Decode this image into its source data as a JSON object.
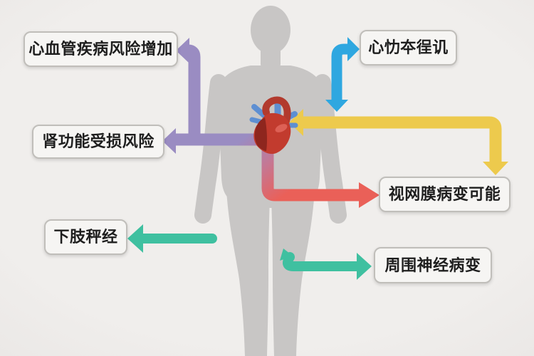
{
  "labels": {
    "cardiovascular_risk": "心血管疾病风险增加",
    "heart_function": "心忇夲徎讥",
    "kidney_risk": "肾功能受损风险",
    "retinopathy": "视网膜病变可能",
    "lower_limb_nerve": "下肢秤经",
    "peripheral_neuropathy": "周围神经病变"
  },
  "colors": {
    "purple": "#9a8cc2",
    "blue": "#2fa7e0",
    "yellow": "#edca4d",
    "red": "#ea6058",
    "teal": "#3fc0a0",
    "body": "#c8c6c5",
    "heart_red": "#c23b2e",
    "heart_dark": "#8e261e",
    "heart_light": "#e2675c",
    "aorta_red": "#b23a2e",
    "vessel_blue": "#5e8fd2"
  }
}
